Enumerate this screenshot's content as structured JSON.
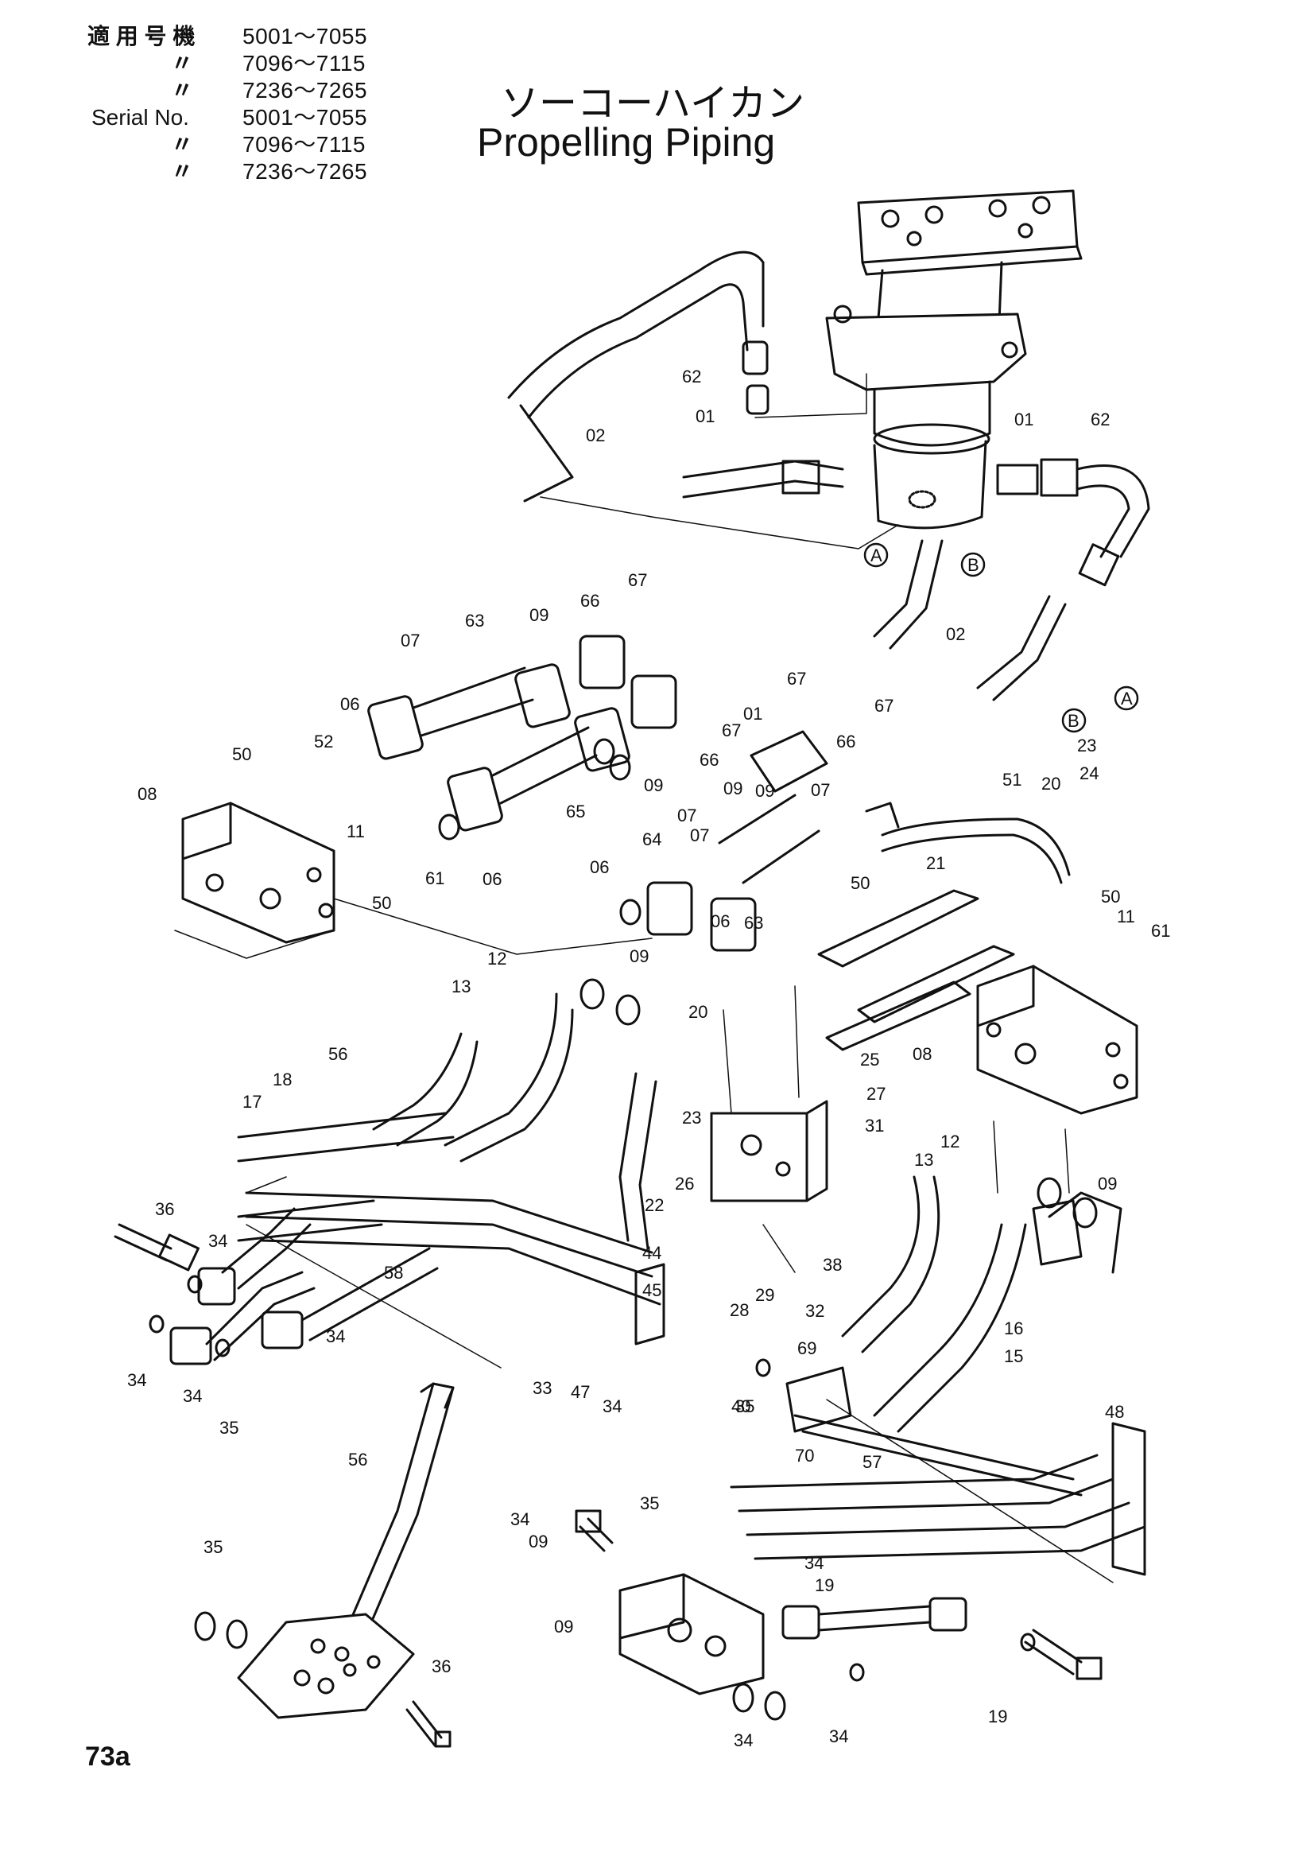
{
  "header": {
    "rows": [
      {
        "label": "適 用 号 機",
        "value": "5001～7055"
      },
      {
        "label": "〃",
        "value": "7096～7115"
      },
      {
        "label": "〃",
        "value": "7236～7265"
      },
      {
        "label": "Serial No.",
        "value": "5001～7055"
      },
      {
        "label": "〃",
        "value": "7096～7115"
      },
      {
        "label": "〃",
        "value": "7236～7265"
      }
    ]
  },
  "title": {
    "jp": "ソーコーハイカン",
    "en": "Propelling Piping"
  },
  "page_number": "73a",
  "parts": [
    {
      "id": "62",
      "text": "62"
    },
    {
      "id": "01",
      "text": "01"
    },
    {
      "id": "02",
      "text": "02"
    },
    {
      "id": "01b",
      "text": "01"
    },
    {
      "id": "62b",
      "text": "62"
    },
    {
      "id": "A",
      "text": "A"
    },
    {
      "id": "B",
      "text": "B"
    },
    {
      "id": "67",
      "text": "67"
    },
    {
      "id": "66",
      "text": "66"
    },
    {
      "id": "09",
      "text": "09"
    },
    {
      "id": "63",
      "text": "63"
    },
    {
      "id": "07",
      "text": "07"
    },
    {
      "id": "02b",
      "text": "02"
    },
    {
      "id": "67b",
      "text": "67"
    },
    {
      "id": "01c",
      "text": "01"
    },
    {
      "id": "67c",
      "text": "67"
    },
    {
      "id": "67d",
      "text": "67"
    },
    {
      "id": "06",
      "text": "06"
    },
    {
      "id": "50",
      "text": "50"
    },
    {
      "id": "52",
      "text": "52"
    },
    {
      "id": "66b",
      "text": "66"
    },
    {
      "id": "09b",
      "text": "09"
    },
    {
      "id": "09c",
      "text": "09"
    },
    {
      "id": "07b",
      "text": "07"
    },
    {
      "id": "09d",
      "text": "09"
    },
    {
      "id": "66c",
      "text": "66"
    },
    {
      "id": "B2",
      "text": "B"
    },
    {
      "id": "A2",
      "text": "A"
    },
    {
      "id": "23",
      "text": "23"
    },
    {
      "id": "24",
      "text": "24"
    },
    {
      "id": "20",
      "text": "20"
    },
    {
      "id": "51",
      "text": "51"
    },
    {
      "id": "08",
      "text": "08"
    },
    {
      "id": "65",
      "text": "65"
    },
    {
      "id": "07c",
      "text": "07"
    },
    {
      "id": "11",
      "text": "11"
    },
    {
      "id": "07d",
      "text": "07"
    },
    {
      "id": "64",
      "text": "64"
    },
    {
      "id": "06b",
      "text": "06"
    },
    {
      "id": "61",
      "text": "61"
    },
    {
      "id": "06c",
      "text": "06"
    },
    {
      "id": "50b",
      "text": "50"
    },
    {
      "id": "21",
      "text": "21"
    },
    {
      "id": "50c",
      "text": "50"
    },
    {
      "id": "06d",
      "text": "06"
    },
    {
      "id": "63b",
      "text": "63"
    },
    {
      "id": "50d",
      "text": "50"
    },
    {
      "id": "11b",
      "text": "11"
    },
    {
      "id": "61b",
      "text": "61"
    },
    {
      "id": "12",
      "text": "12"
    },
    {
      "id": "09e",
      "text": "09"
    },
    {
      "id": "13",
      "text": "13"
    },
    {
      "id": "20b",
      "text": "20"
    },
    {
      "id": "25",
      "text": "25"
    },
    {
      "id": "08b",
      "text": "08"
    },
    {
      "id": "56",
      "text": "56"
    },
    {
      "id": "18",
      "text": "18"
    },
    {
      "id": "17",
      "text": "17"
    },
    {
      "id": "27",
      "text": "27"
    },
    {
      "id": "23b",
      "text": "23"
    },
    {
      "id": "31",
      "text": "31"
    },
    {
      "id": "12b",
      "text": "12"
    },
    {
      "id": "13b",
      "text": "13"
    },
    {
      "id": "09f",
      "text": "09"
    },
    {
      "id": "26",
      "text": "26"
    },
    {
      "id": "22",
      "text": "22"
    },
    {
      "id": "36",
      "text": "36"
    },
    {
      "id": "34",
      "text": "34"
    },
    {
      "id": "58",
      "text": "58"
    },
    {
      "id": "44",
      "text": "44"
    },
    {
      "id": "38",
      "text": "38"
    },
    {
      "id": "45",
      "text": "45"
    },
    {
      "id": "28",
      "text": "28"
    },
    {
      "id": "29",
      "text": "29"
    },
    {
      "id": "32",
      "text": "32"
    },
    {
      "id": "69",
      "text": "69"
    },
    {
      "id": "16",
      "text": "16"
    },
    {
      "id": "15",
      "text": "15"
    },
    {
      "id": "34b",
      "text": "34"
    },
    {
      "id": "34c",
      "text": "34"
    },
    {
      "id": "34d",
      "text": "34"
    },
    {
      "id": "40",
      "text": "40"
    },
    {
      "id": "33",
      "text": "33"
    },
    {
      "id": "47",
      "text": "47"
    },
    {
      "id": "34e",
      "text": "34"
    },
    {
      "id": "35",
      "text": "35"
    },
    {
      "id": "35b",
      "text": "35"
    },
    {
      "id": "56b",
      "text": "56"
    },
    {
      "id": "48",
      "text": "48"
    },
    {
      "id": "70",
      "text": "70"
    },
    {
      "id": "57",
      "text": "57"
    },
    {
      "id": "35c",
      "text": "35"
    },
    {
      "id": "34f",
      "text": "34"
    },
    {
      "id": "09g",
      "text": "09"
    },
    {
      "id": "35d",
      "text": "35"
    },
    {
      "id": "34g",
      "text": "34"
    },
    {
      "id": "19",
      "text": "19"
    },
    {
      "id": "09h",
      "text": "09"
    },
    {
      "id": "34h",
      "text": "34"
    },
    {
      "id": "34i",
      "text": "34"
    },
    {
      "id": "19b",
      "text": "19"
    },
    {
      "id": "36b",
      "text": "36"
    }
  ]
}
